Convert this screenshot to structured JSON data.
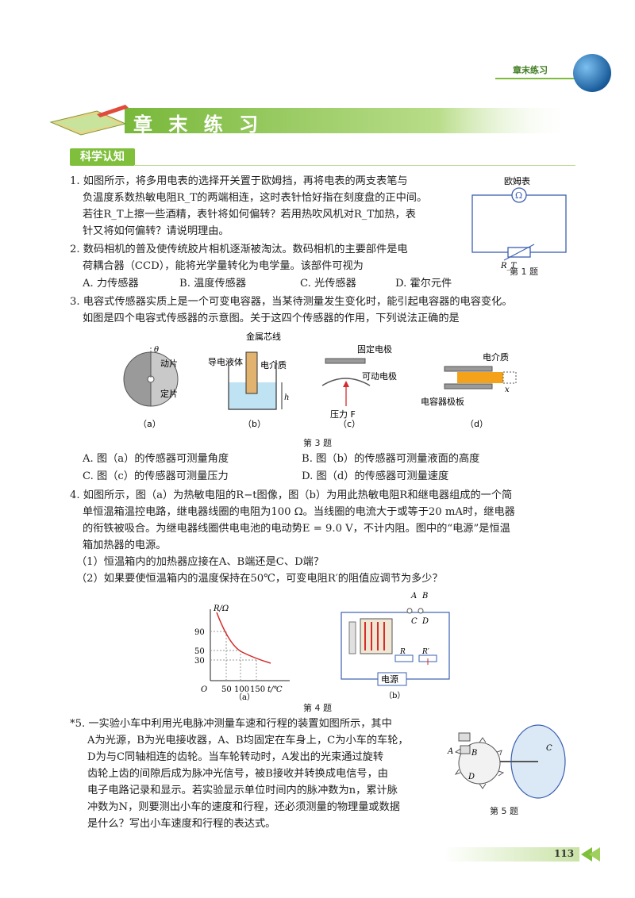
{
  "header": {
    "chapter_label": "章末练习",
    "title": "章 末 练 习",
    "section": "科学认知",
    "page_number": "113"
  },
  "q1": {
    "lines": [
      "1. 如图所示，将多用电表的选择开关置于欧姆挡，再将电表的两支表笔与",
      "负温度系数热敏电阻R_T的两端相连，这时表针恰好指在刻度盘的正中间。",
      "若往R_T上擦一些酒精，表针将如何偏转？若用热吹风机对R_T加热，表",
      "针又将如何偏转？请说明理由。"
    ],
    "fig_label_meter": "欧姆表",
    "fig_label_omega": "Ω",
    "fig_label_rt": "R_T",
    "caption": "第 1 题"
  },
  "q2": {
    "lines": [
      "2. 数码相机的普及使传统胶片相机逐渐被淘汰。数码相机的主要部件是电",
      "荷耦合器（CCD），能将光学量转化为电学量。该部件可视为"
    ],
    "options": [
      "A. 力传感器",
      "B. 温度传感器",
      "C. 光传感器",
      "D. 霍尔元件"
    ]
  },
  "q3": {
    "lines": [
      "3. 电容式传感器实质上是一个可变电容器，当某待测量发生变化时，能引起电容器的电容变化。",
      "如图是四个电容式传感器的示意图。关于这四个传感器的作用，下列说法正确的是"
    ],
    "fig_a": {
      "theta": "θ",
      "moving": "动片",
      "fixed": "定片",
      "label": "（a）"
    },
    "fig_b": {
      "core": "金属芯线",
      "liquid": "导电液体",
      "dielectric": "电介质",
      "h": "h",
      "label": "（b）"
    },
    "fig_c": {
      "fixed": "固定电极",
      "movable": "可动电极",
      "pressure": "压力 F",
      "label": "（c）"
    },
    "fig_d": {
      "dielectric": "电介质",
      "plate": "电容器极板",
      "x": "x",
      "label": "（d）"
    },
    "caption": "第 3 题",
    "options": [
      "A. 图（a）的传感器可测量角度",
      "B. 图（b）的传感器可测量液面的高度",
      "C. 图（c）的传感器可测量压力",
      "D. 图（d）的传感器可测量速度"
    ]
  },
  "q4": {
    "lines": [
      "4. 如图所示，图（a）为热敏电阻的R−t图像，图（b）为用此热敏电阻R和继电器组成的一个简",
      "单恒温箱温控电路，继电器线圈的电阻为100 Ω。当线圈的电流大于或等于20 mA时，继电器",
      "的衔铁被吸合。为继电器线圈供电电池的电动势E = 9.0 V，不计内阻。图中的“电源”是恒温",
      "箱加热器的电源。"
    ],
    "sub": [
      "（1）恒温箱内的加热器应接在A、B端还是C、D端？",
      "（2）如果要使恒温箱内的温度保持在50℃，可变电阻R′的阻值应调节为多少？"
    ],
    "graph": {
      "ylabel": "R/Ω",
      "xlabel": "t/℃",
      "origin": "O",
      "yticks": [
        "90",
        "50",
        "30"
      ],
      "xticks": [
        "50",
        "100",
        "150"
      ],
      "label": "（a）"
    },
    "circuit": {
      "a": "A",
      "b": "B",
      "c": "C",
      "d": "D",
      "r": "R",
      "rp": "R′",
      "source": "电源",
      "label": "（b）"
    },
    "caption": "第 4 题"
  },
  "q5": {
    "lines": [
      "*5. 一实验小车中利用光电脉冲测量车速和行程的装置如图所示，其中",
      "A为光源，B为光电接收器，A、B均固定在车身上，C为小车的车轮，",
      "D为与C同轴相连的齿轮。当车轮转动时，A发出的光束通过旋转",
      "齿轮上齿的间隙后成为脉冲光信号，被B接收并转换成电信号，由",
      "电子电路记录和显示。若实验显示单位时间内的脉冲数为n，累计脉",
      "冲数为N，则要测出小车的速度和行程，还必须测量的物理量或数据",
      "是什么？写出小车速度和行程的表达式。"
    ],
    "fig": {
      "a": "A",
      "b": "B",
      "c": "C",
      "d": "D"
    },
    "caption": "第 5 题"
  },
  "colors": {
    "accent_green": "#7fbf3c",
    "circuit_blue": "#3a5fb0",
    "curve_red": "#d42b2b",
    "dielectric_orange": "#f3a21a"
  }
}
